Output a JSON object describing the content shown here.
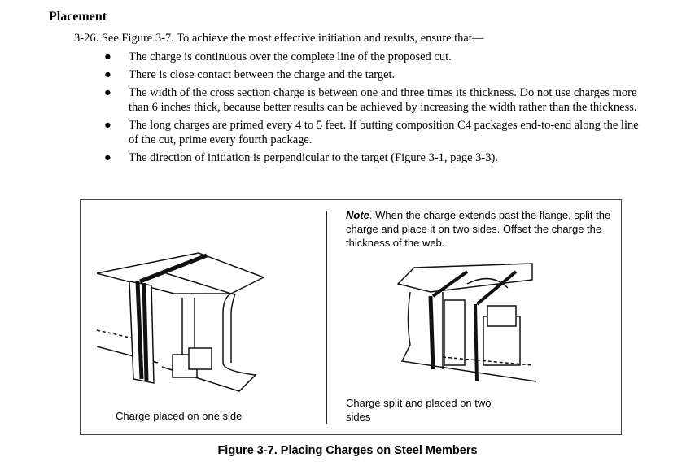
{
  "heading": "Placement",
  "paragraph": "3-26. See Figure 3-7. To achieve the most effective initiation and results, ensure that—",
  "bullets": [
    "The charge is continuous over the complete line of the proposed cut.",
    "There is close contact between the charge and the target.",
    "The width of the cross section charge is between one and three times its thickness. Do not use charges more than 6 inches thick, because better results can be achieved by increasing the width rather than the thickness.",
    "The long charges are primed every 4 to 5 feet. If butting composition C4 packages end-to-end along the line of the cut, prime every fourth package.",
    "The direction of initiation is perpendicular to the target (Figure 3-1, page 3-3)."
  ],
  "bullet_symbol": "●",
  "figure": {
    "note_label": "Note",
    "note_text": ". When the charge extends past the flange, split the charge and place it on two sides. Offset the charge the thickness of the web.",
    "left_caption": "Charge placed on one side",
    "right_caption": "Charge split and placed on two sides",
    "caption": "Figure 3-7. Placing Charges on Steel Members"
  }
}
